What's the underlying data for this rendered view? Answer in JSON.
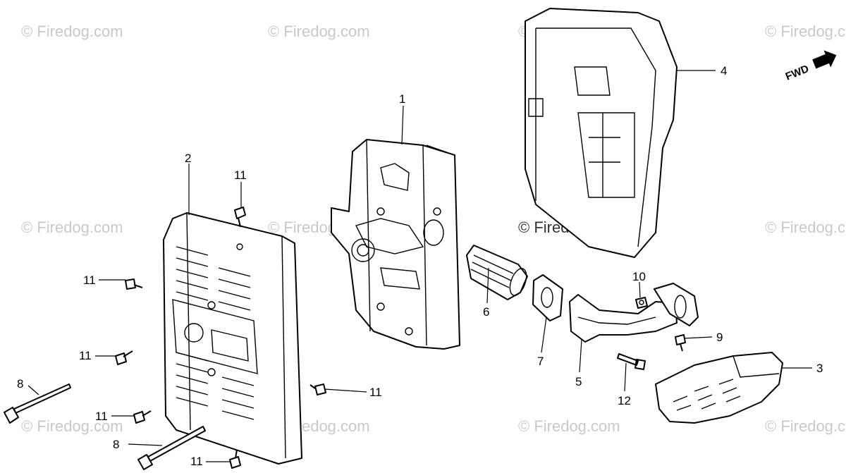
{
  "watermarks": {
    "text": "© Firedog.com",
    "center_text": "© Firedog.com"
  },
  "direction": {
    "label": "FWD"
  },
  "callouts": {
    "c1": "1",
    "c2": "2",
    "c3": "3",
    "c4": "4",
    "c5": "5",
    "c6": "6",
    "c7": "7",
    "c8a": "8",
    "c8b": "8",
    "c9": "9",
    "c10": "10",
    "c11a": "11",
    "c11b": "11",
    "c11c": "11",
    "c11d": "11",
    "c11e": "11",
    "c11f": "11",
    "c12": "12"
  }
}
